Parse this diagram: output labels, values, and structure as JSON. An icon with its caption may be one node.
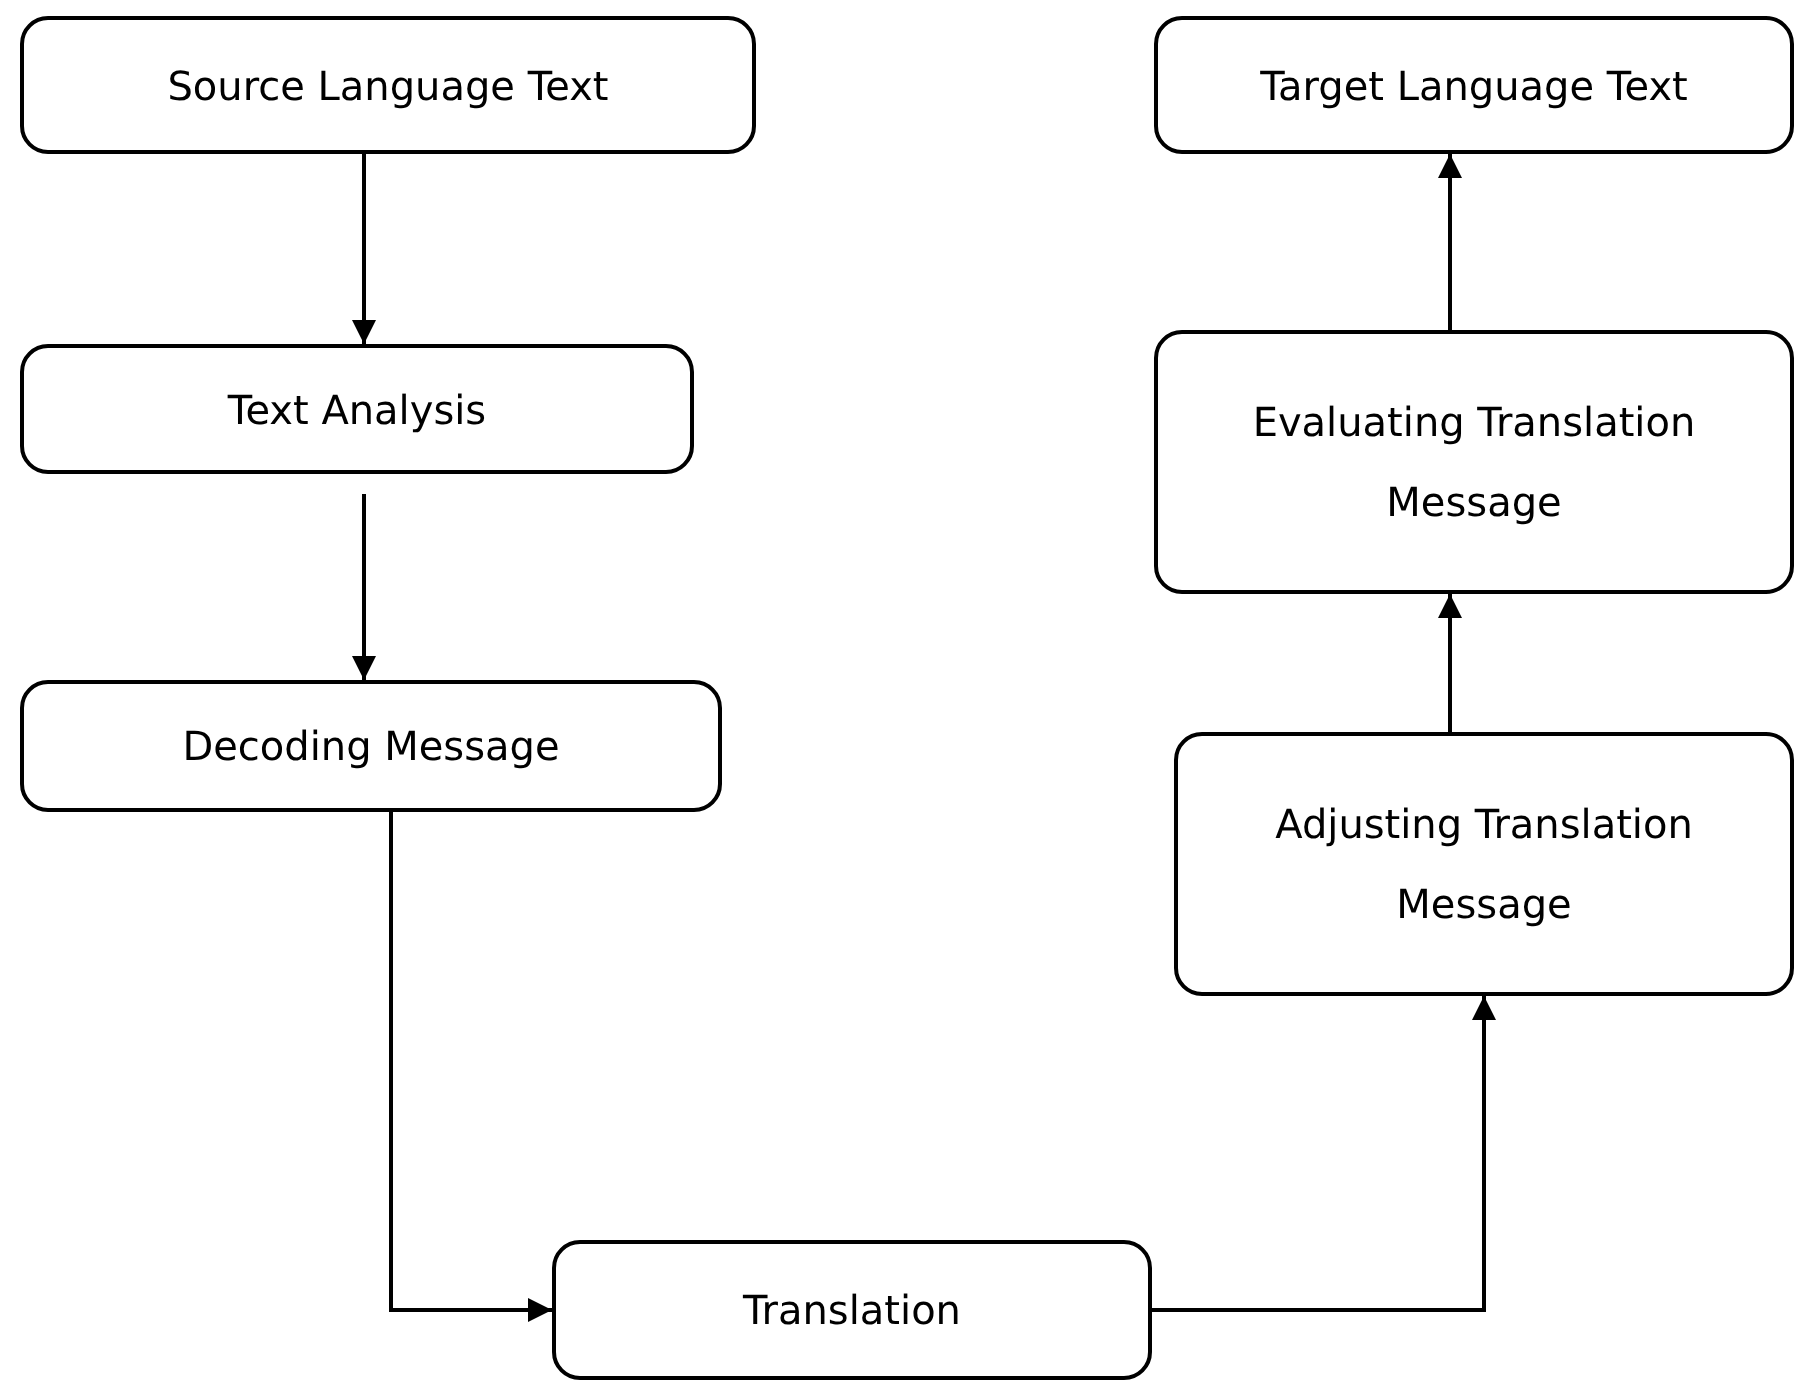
{
  "diagram": {
    "nodes": [
      {
        "text": [
          "Source Language Text"
        ]
      },
      {
        "text": [
          "Text Analysis"
        ]
      },
      {
        "text": [
          "Decoding Message"
        ]
      },
      {
        "text": [
          "Translation"
        ]
      },
      {
        "text": [
          "Adjusting Translation Message"
        ]
      },
      {
        "text": [
          "Evaluating Translation Message"
        ]
      },
      {
        "text": [
          "Target Language Text"
        ]
      }
    ],
    "edges": [
      {
        "from": 0,
        "to": 1,
        "arrow": "to"
      },
      {
        "from": 1,
        "to": 2,
        "arrow": "to"
      },
      {
        "from": 2,
        "to": 3,
        "arrow": "to"
      },
      {
        "from": 3,
        "to": 4,
        "arrow": "to"
      },
      {
        "from": 4,
        "to": 5,
        "arrow": "to"
      },
      {
        "from": 5,
        "to": 6,
        "arrow": "to"
      }
    ]
  }
}
